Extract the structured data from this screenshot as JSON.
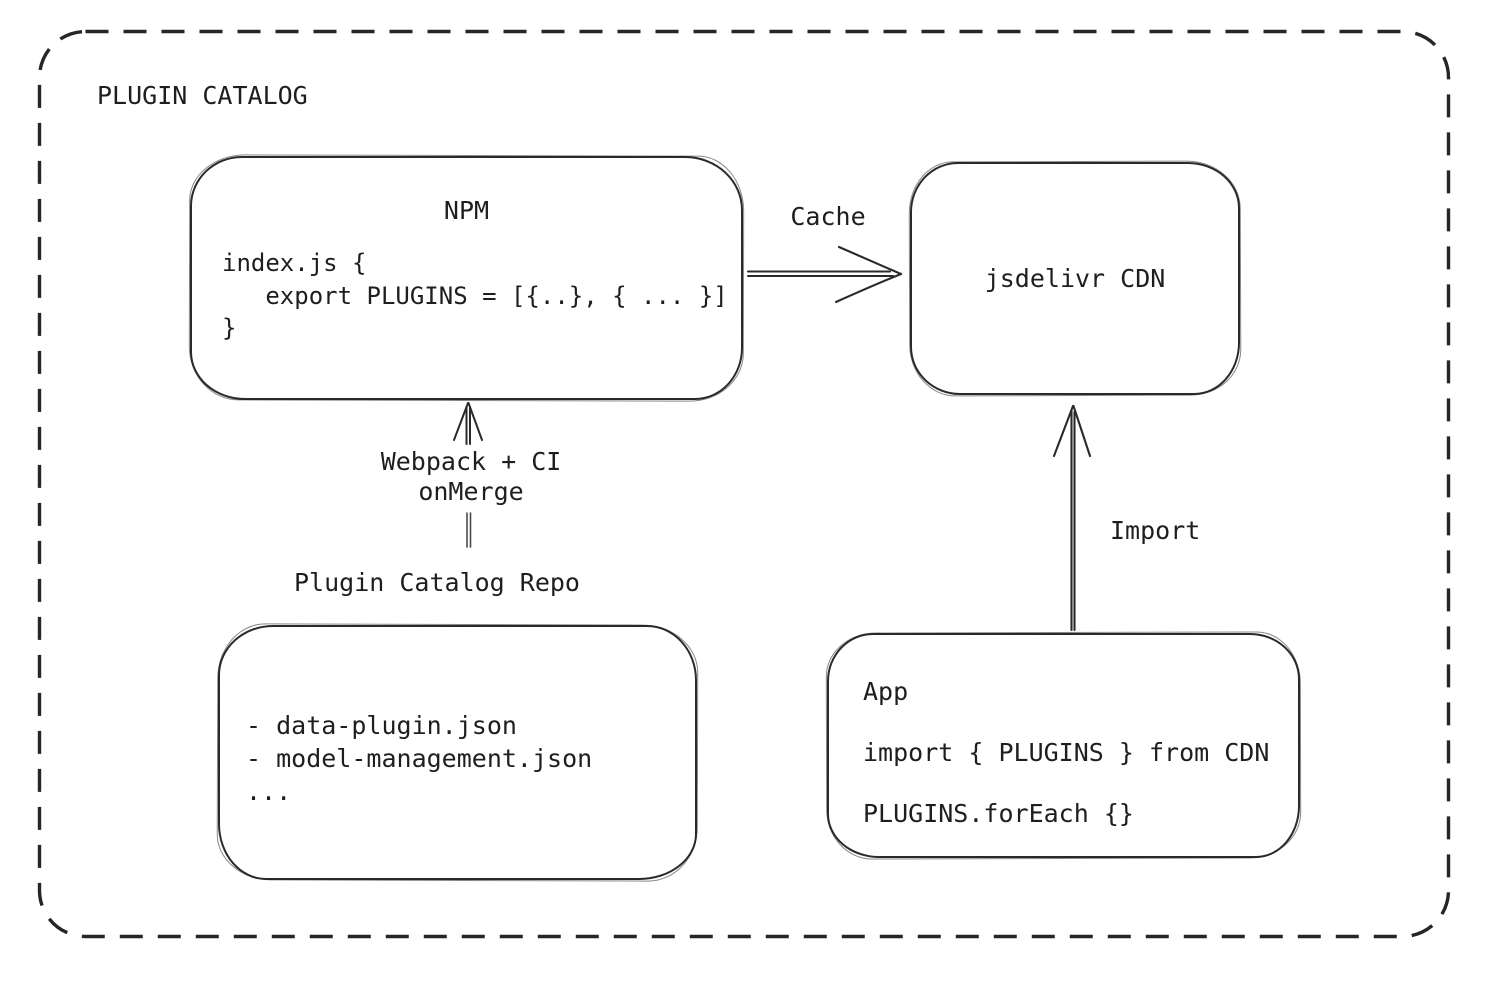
{
  "diagram": {
    "title": "PLUGIN CATALOG",
    "nodes": {
      "npm": {
        "title": "NPM",
        "code": [
          "index.js {",
          "   export PLUGINS = [{..}, { ... }]",
          "}"
        ]
      },
      "cdn": {
        "label": "jsdelivr CDN"
      },
      "repo": {
        "label": "Plugin Catalog Repo",
        "items": [
          "- data-plugin.json",
          "- model-management.json",
          "..."
        ]
      },
      "app": {
        "title": "App",
        "code": [
          "import { PLUGINS } from CDN",
          "PLUGINS.forEach {}"
        ]
      }
    },
    "edges": {
      "cache": {
        "label": "Cache"
      },
      "build": {
        "label_line1": "Webpack + CI",
        "label_line2": "onMerge"
      },
      "import": {
        "label": "Import"
      }
    },
    "colors": {
      "stroke": "#2a2a2a",
      "text": "#1e1e1e",
      "background": "#ffffff"
    }
  }
}
